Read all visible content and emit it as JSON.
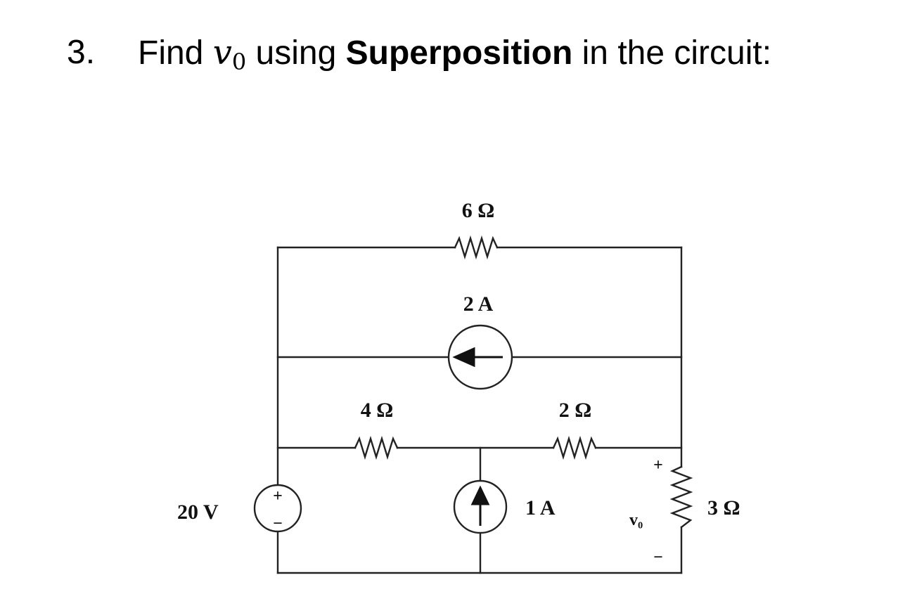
{
  "question": {
    "number": "3.",
    "text_before": "Find ",
    "variable": "v",
    "variable_subscript": "0",
    "text_middle": " using ",
    "method": "Superposition",
    "text_after": " in the circuit:"
  },
  "circuit": {
    "resistor_top": "6 Ω",
    "current_source_top": "2 A",
    "resistor_left": "4 Ω",
    "resistor_right": "2 Ω",
    "voltage_source": "20 V",
    "voltage_plus": "+",
    "voltage_minus": "−",
    "current_source_bottom": "1 A",
    "output_label": "v₀",
    "output_plus": "+",
    "output_minus": "−",
    "resistor_load": "3 Ω"
  }
}
